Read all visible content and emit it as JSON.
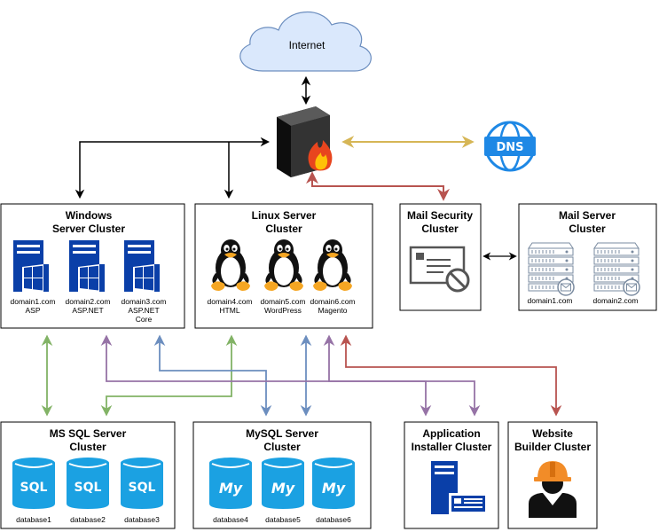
{
  "internet": {
    "label": "Internet"
  },
  "dns": {
    "label": "DNS"
  },
  "clusters": {
    "windows": {
      "title1": "Windows",
      "title2": "Server Cluster",
      "servers": [
        {
          "l1": "domain1.com",
          "l2": "ASP",
          "l3": ""
        },
        {
          "l1": "domain2.com",
          "l2": "ASP.NET",
          "l3": ""
        },
        {
          "l1": "domain3.com",
          "l2": "ASP.NET",
          "l3": "Core"
        }
      ]
    },
    "linux": {
      "title1": "Linux Server",
      "title2": "Cluster",
      "servers": [
        {
          "l1": "domain4.com",
          "l2": "HTML"
        },
        {
          "l1": "domain5.com",
          "l2": "WordPress"
        },
        {
          "l1": "domain6.com",
          "l2": "Magento"
        }
      ]
    },
    "mail_security": {
      "title1": "Mail Security",
      "title2": "Cluster"
    },
    "mail_server": {
      "title1": "Mail Server",
      "title2": "Cluster",
      "servers": [
        {
          "l1": "domain1.com"
        },
        {
          "l1": "domain2.com"
        }
      ]
    },
    "mssql": {
      "title1": "MS SQL Server",
      "title2": "Cluster",
      "icon_text": "SQL",
      "databases": [
        {
          "l1": "database1"
        },
        {
          "l1": "database2"
        },
        {
          "l1": "database3"
        }
      ]
    },
    "mysql": {
      "title1": "MySQL Server",
      "title2": "Cluster",
      "icon_text": "My",
      "databases": [
        {
          "l1": "database4"
        },
        {
          "l1": "database5"
        },
        {
          "l1": "database6"
        }
      ]
    },
    "app_installer": {
      "title1": "Application",
      "title2": "Installer Cluster"
    },
    "website_builder": {
      "title1": "Website",
      "title2": "Builder Cluster"
    }
  },
  "colors": {
    "black": "#000000",
    "gold": "#D6B656",
    "red": "#B85450",
    "green": "#82B366",
    "purple": "#9673A6",
    "blue": "#6C8EBF",
    "cloud_fill": "#DAE8FC",
    "cloud_stroke": "#6C8EBF",
    "windows_blue": "#0A3FA8",
    "db_blue": "#1BA1E2",
    "dns_blue": "#1E88E5"
  }
}
